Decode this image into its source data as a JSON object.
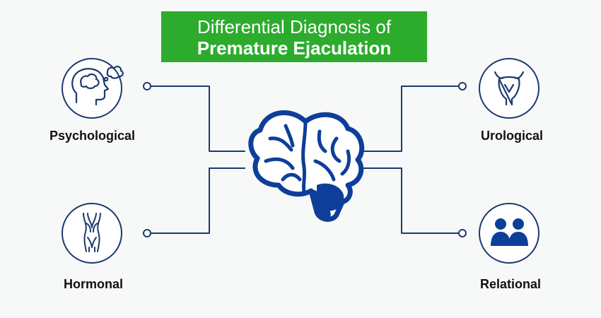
{
  "title": {
    "line1": "Differential Diagnosis of",
    "line2": "Premature Ejaculation"
  },
  "categories": [
    {
      "id": "psychological",
      "label": "Psychological",
      "icon": "head-thought-icon"
    },
    {
      "id": "hormonal",
      "label": "Hormonal",
      "icon": "endocrine-gland-icon"
    },
    {
      "id": "urological",
      "label": "Urological",
      "icon": "bladder-icon"
    },
    {
      "id": "relational",
      "label": "Relational",
      "icon": "couple-people-icon"
    }
  ],
  "center": {
    "icon": "brain-icon"
  },
  "colors": {
    "title_bg": "#2dab2d",
    "accent": "#0d3f99",
    "line": "#1c3a6e",
    "background": "#f7f8f8"
  }
}
